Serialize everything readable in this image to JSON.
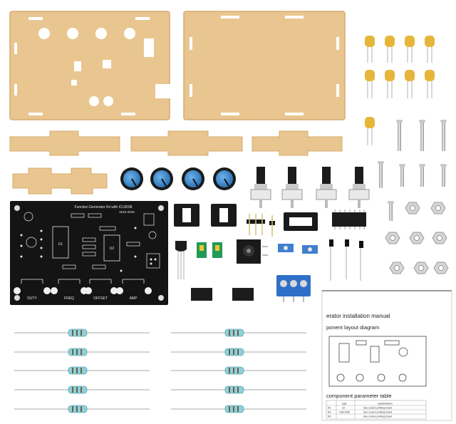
{
  "pcb": {
    "title_line1": "Function Generator Kit with ICL8038",
    "title_line2": "2015-2016",
    "pot_labels": [
      "DUTY",
      "FREQ",
      "OFFSET",
      "AMP"
    ],
    "ic_labels": [
      "U1",
      "U2"
    ]
  },
  "manual": {
    "title": "erator installation manual",
    "section1": "ponent layout diagram",
    "section2": "component parameter table",
    "table_headers": [
      "",
      "type",
      "specifications"
    ],
    "table_rows": [
      [
        "R1",
        "1K",
        "See screen printing board"
      ],
      [
        "R2",
        "10K/100K",
        "See screen printing board"
      ],
      [
        "R3",
        "",
        "See screen printing board"
      ]
    ]
  },
  "colors": {
    "acrylic": "#e9c690",
    "acrylic_edge": "#d3ab6e",
    "pcb": "#141414",
    "knob_blue": "#3f8fd3",
    "terminal_blue": "#2f6fc8",
    "header_green": "#1f9a57",
    "resistor_body": "#8fd0d8",
    "capacitor": "#e6b63b"
  }
}
